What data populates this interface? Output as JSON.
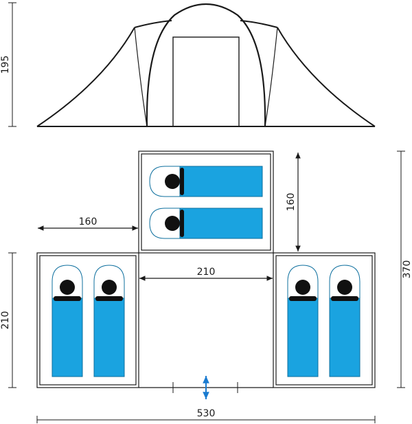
{
  "diagram": {
    "dimensions": {
      "height_front": "195",
      "side_room_depth": "160",
      "side_room_width": "160",
      "center_width": "210",
      "side_height": "210",
      "total_depth": "370",
      "total_width": "530"
    },
    "colors": {
      "outline": "#1a1a1a",
      "sleeping_bag": "#1aa3e0",
      "bag_outline": "#0d6f9e",
      "door_arrow": "#1a7bd0"
    }
  }
}
